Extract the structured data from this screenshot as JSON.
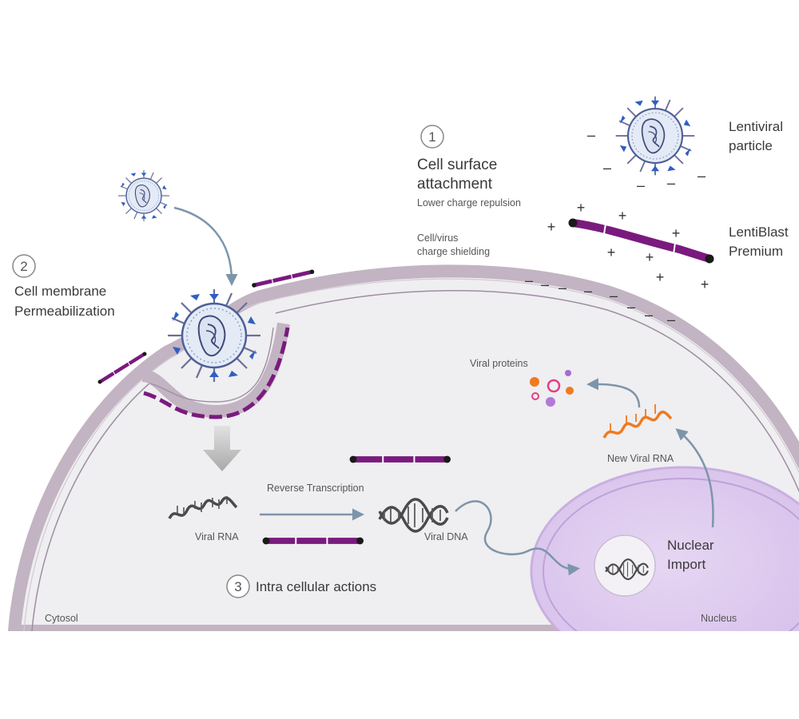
{
  "step1": {
    "number": "1",
    "title_line1": "Cell surface",
    "title_line2": "attachment",
    "subtitle": "Lower charge repulsion"
  },
  "shielding": {
    "line1": "Cell/virus",
    "line2": "charge shielding"
  },
  "legend": {
    "particle_line1": "Lentiviral",
    "particle_line2": "particle",
    "polymer_line1": "LentiBlast",
    "polymer_line2": "Premium"
  },
  "step2": {
    "number": "2",
    "title_line1": "Cell membrane",
    "title_line2": "Permeabilization"
  },
  "step3": {
    "number": "3",
    "title": "Intra cellular actions"
  },
  "labels": {
    "reverse_transcription": "Reverse Transcription",
    "viral_rna": "Viral RNA",
    "viral_dna": "Viral DNA",
    "nuclear_import_line1": "Nuclear",
    "nuclear_import_line2": "Import",
    "new_viral_rna": "New Viral RNA",
    "viral_proteins": "Viral proteins",
    "cytosol": "Cytosol",
    "nucleus": "Nucleus"
  },
  "charges": {
    "minus": "–",
    "plus": "+"
  },
  "colors": {
    "cell_fill": "#efeef1",
    "cell_membrane": "#c2b4c2",
    "polymer": "#7a1a7e",
    "virus_capsid": "#e4ebf6",
    "virus_stroke": "#5b6fa3",
    "nucleus_fill": "#dcc7ee",
    "arrow": "#7d95aa",
    "rna_orange": "#f07a1e"
  }
}
